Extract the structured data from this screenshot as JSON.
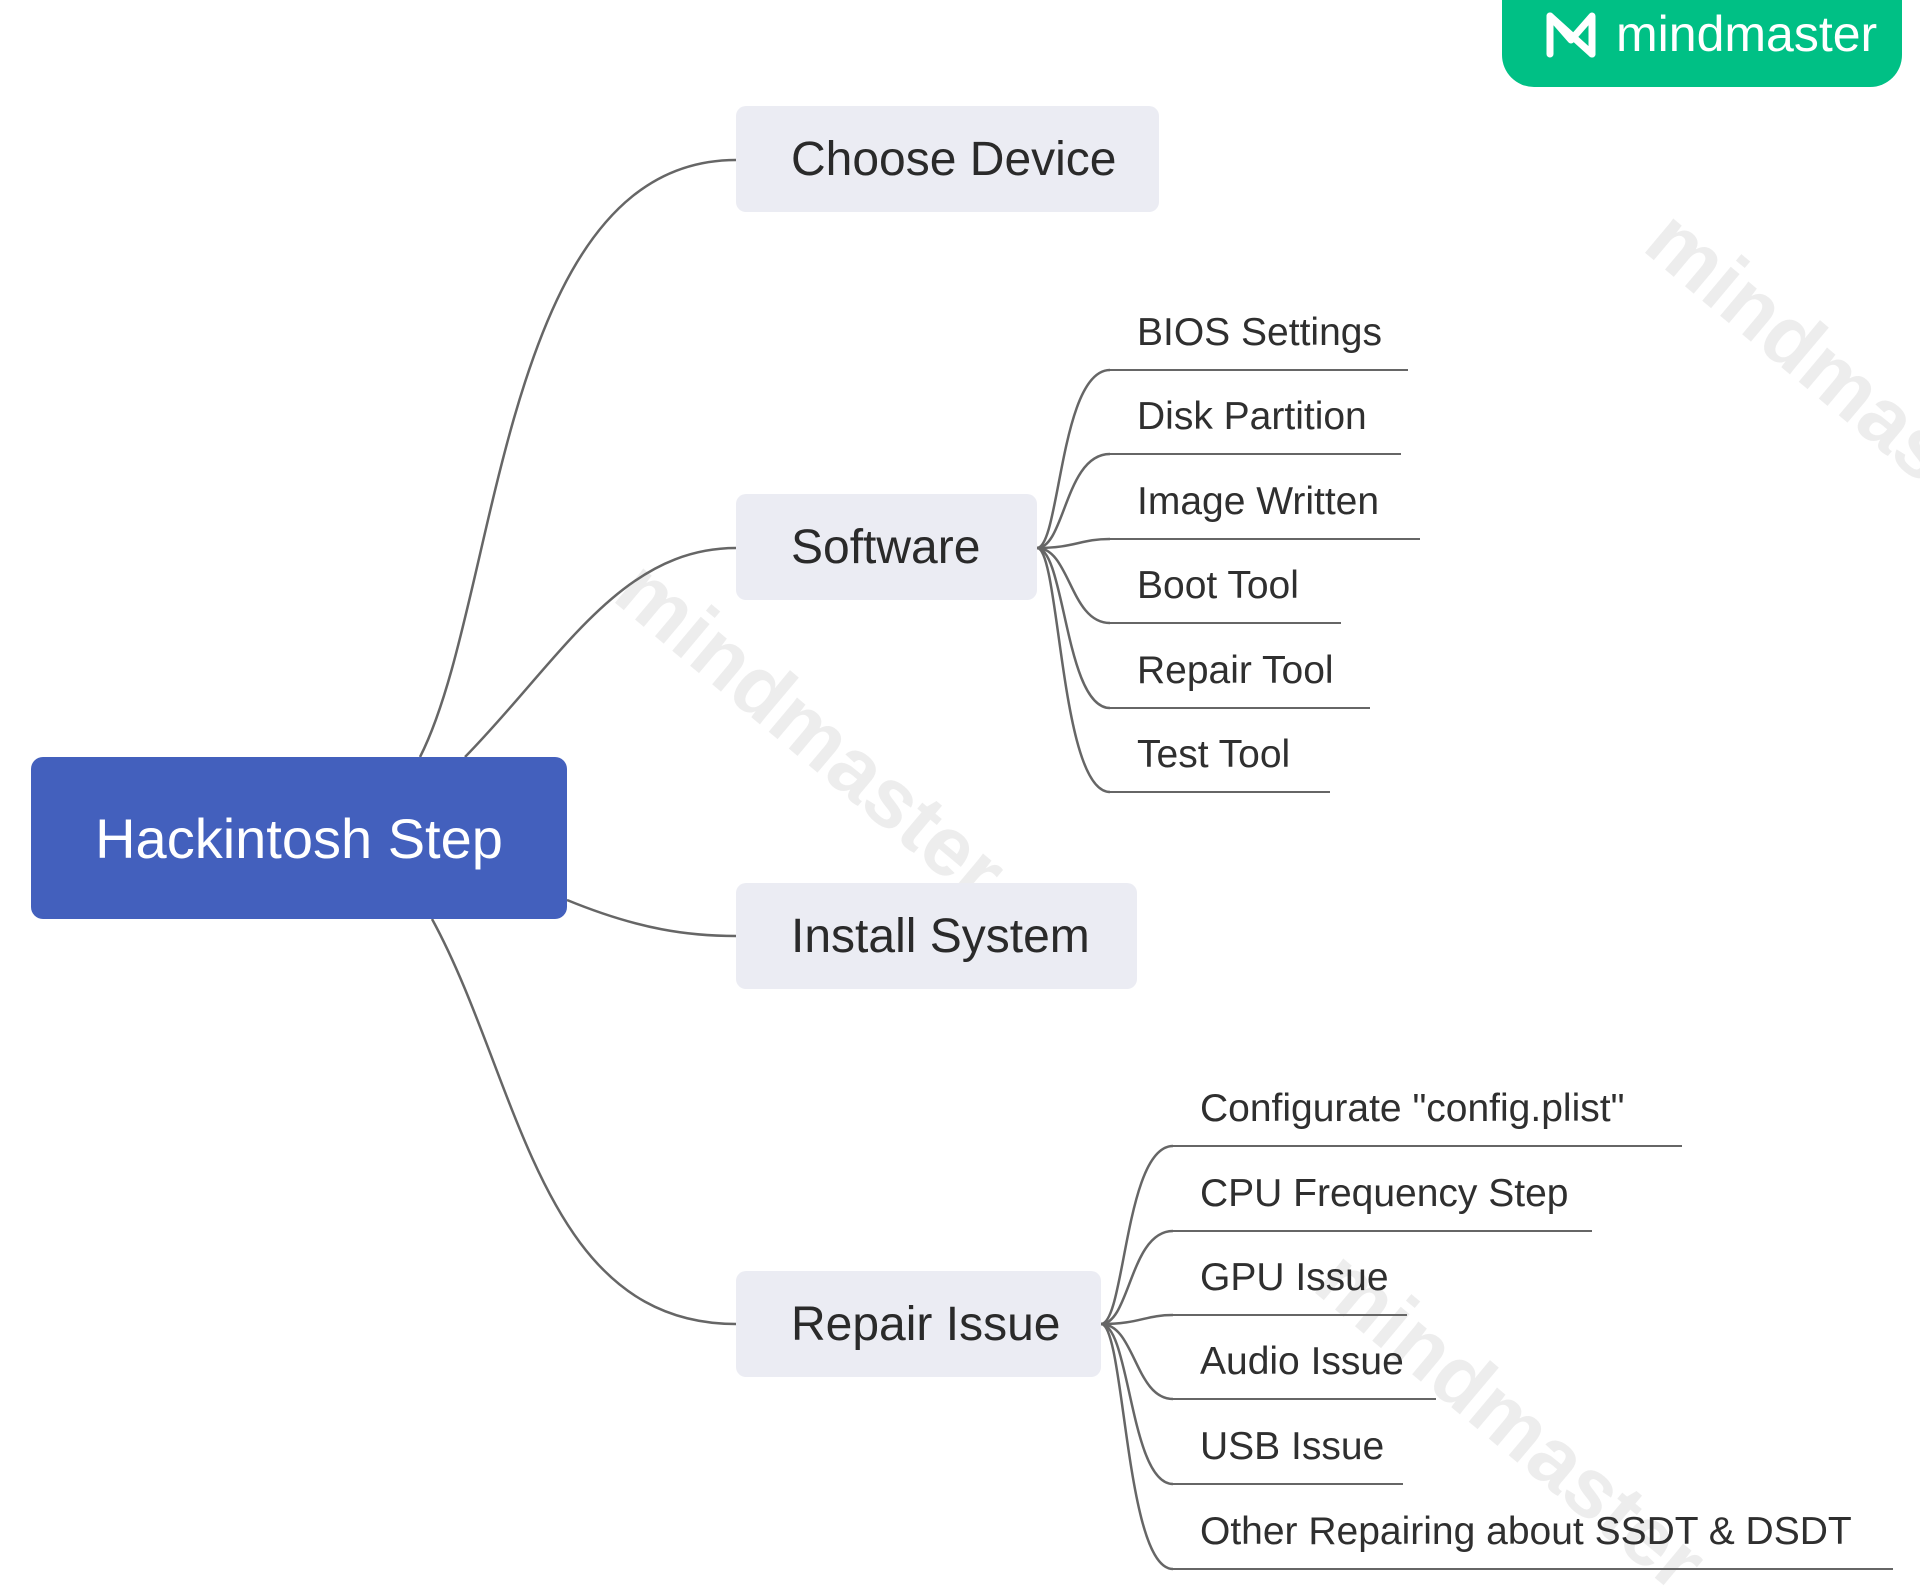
{
  "logo": {
    "text": "mindmaster",
    "color": "#00c085"
  },
  "watermark": {
    "text": "mindmaster"
  },
  "root": {
    "label": "Hackintosh Step",
    "color": "#4360bd"
  },
  "topics": [
    {
      "label": "Choose Device",
      "children": []
    },
    {
      "label": "Software",
      "children": [
        "BIOS Settings",
        "Disk Partition",
        "Image Written",
        "Boot Tool",
        "Repair Tool",
        "Test Tool"
      ]
    },
    {
      "label": "Install System",
      "children": []
    },
    {
      "label": "Repair Issue",
      "children": [
        "Configurate \"config.plist\"",
        "CPU Frequency Step",
        "GPU Issue",
        "Audio Issue",
        "USB Issue",
        "Other Repairing about SSDT & DSDT"
      ]
    }
  ]
}
